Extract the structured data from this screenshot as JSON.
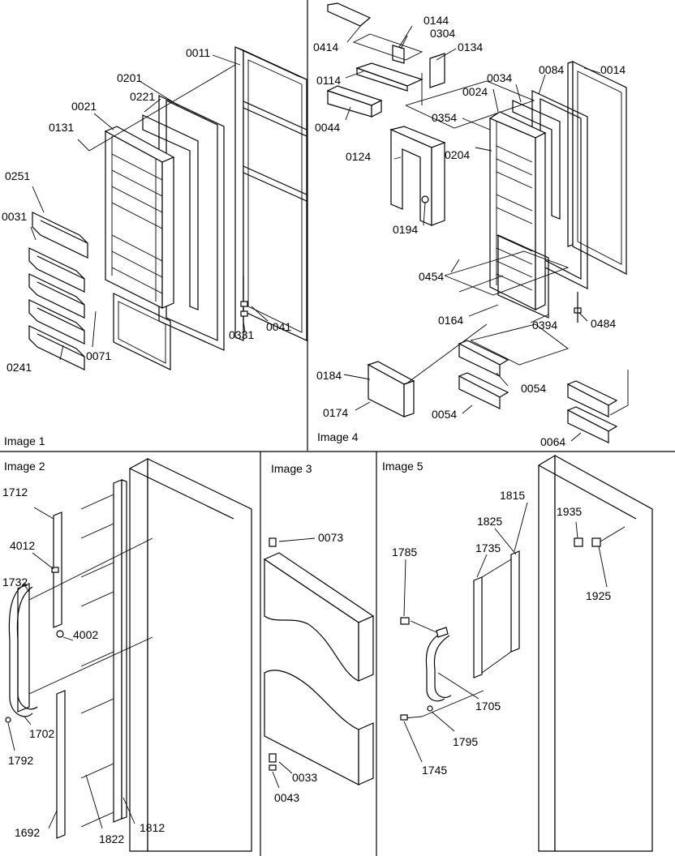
{
  "panels": [
    {
      "key": "p1",
      "title": "Image 1"
    },
    {
      "key": "p2",
      "title": "Image 2"
    },
    {
      "key": "p3",
      "title": "Image 3"
    },
    {
      "key": "p4",
      "title": "Image 4"
    },
    {
      "key": "p5",
      "title": "Image 5"
    }
  ],
  "labels": {
    "p1": [
      "0011",
      "0201",
      "0221",
      "0021",
      "0131",
      "0251",
      "0031",
      "0071",
      "0241",
      "0331",
      "0041"
    ],
    "p4": [
      "0414",
      "0144",
      "0304",
      "0134",
      "0114",
      "0044",
      "0014",
      "0084",
      "0034",
      "0024",
      "0354",
      "0204",
      "0124",
      "0194",
      "0454",
      "0164",
      "0394",
      "0484",
      "0184",
      "0174",
      "0054",
      "0054",
      "0064"
    ],
    "p2": [
      "1712",
      "4012",
      "1732",
      "4002",
      "1702",
      "1792",
      "1692",
      "1822",
      "1812"
    ],
    "p3": [
      "0073",
      "0033",
      "0043"
    ],
    "p5": [
      "1785",
      "1735",
      "1825",
      "1815",
      "1935",
      "1925",
      "1705",
      "1795",
      "1745"
    ]
  }
}
